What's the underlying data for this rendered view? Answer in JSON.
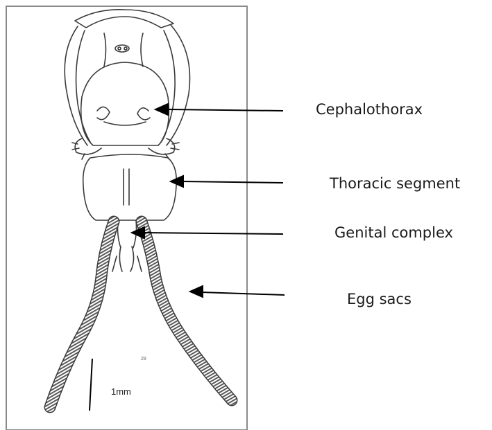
{
  "labels": {
    "cephalothorax": "Cephalothorax",
    "thoracic_segment": "Thoracic segment",
    "genital_complex": "Genital complex",
    "egg_sacs": "Egg sacs"
  },
  "scale_bar": {
    "text": "1mm"
  },
  "figure_number": "28",
  "colors": {
    "ink": "#3a3a3a",
    "arrow": "#000000",
    "frame": "#8a8a8a"
  }
}
